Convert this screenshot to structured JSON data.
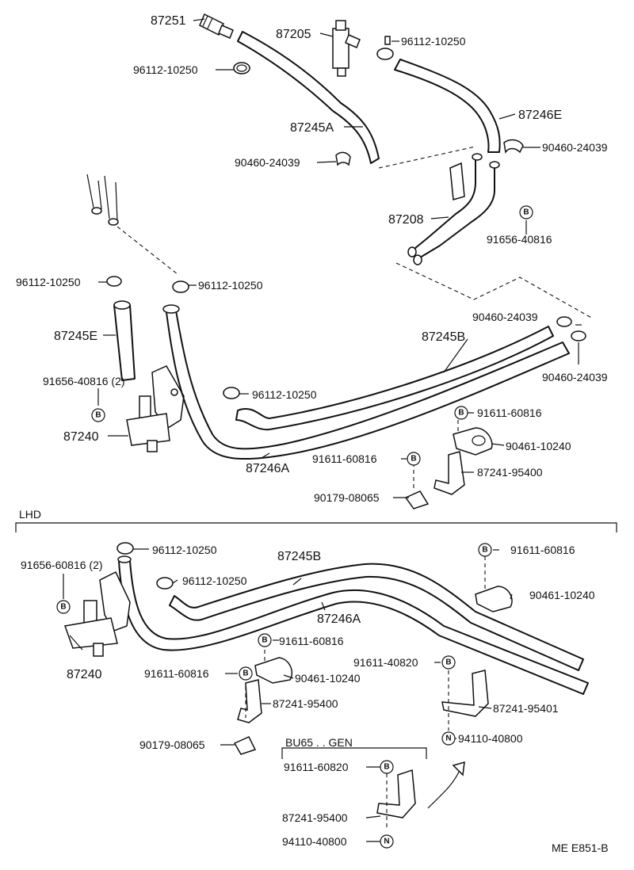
{
  "labels": [
    {
      "id": "p87251",
      "text": "87251"
    },
    {
      "id": "p87205",
      "text": "87205"
    },
    {
      "id": "p96112a",
      "text": "96112-10250"
    },
    {
      "id": "p96112b",
      "text": "96112-10250"
    },
    {
      "id": "p87245a",
      "text": "87245A"
    },
    {
      "id": "p87246e",
      "text": "87246E"
    },
    {
      "id": "p90460a",
      "text": "90460-24039"
    },
    {
      "id": "p90460b",
      "text": "90460-24039"
    },
    {
      "id": "p87208",
      "text": "87208"
    },
    {
      "id": "p91656a",
      "text": "91656-40816"
    },
    {
      "id": "p96112c",
      "text": "96112-10250"
    },
    {
      "id": "p96112d",
      "text": "96112-10250"
    },
    {
      "id": "p90460c",
      "text": "90460-24039"
    },
    {
      "id": "p87245e",
      "text": "87245E"
    },
    {
      "id": "p87245b",
      "text": "87245B"
    },
    {
      "id": "p90460d",
      "text": "90460-24039"
    },
    {
      "id": "p91656b",
      "text": "91656-40816 (2)"
    },
    {
      "id": "p96112e",
      "text": "96112-10250"
    },
    {
      "id": "p91611a",
      "text": "91611-60816"
    },
    {
      "id": "p87240a",
      "text": "87240"
    },
    {
      "id": "p90461a",
      "text": "90461-10240"
    },
    {
      "id": "p91611b",
      "text": "91611-60816"
    },
    {
      "id": "p87246a",
      "text": "87246A"
    },
    {
      "id": "p87241a",
      "text": "87241-95400"
    },
    {
      "id": "p90179a",
      "text": "90179-08065"
    },
    {
      "id": "lhd",
      "text": "LHD"
    },
    {
      "id": "p96112f",
      "text": "96112-10250"
    },
    {
      "id": "p87245b2",
      "text": "87245B"
    },
    {
      "id": "p91611c",
      "text": "91611-60816"
    },
    {
      "id": "p91656c",
      "text": "91656-60816 (2)"
    },
    {
      "id": "p96112g",
      "text": "96112-10250"
    },
    {
      "id": "p90461b",
      "text": "90461-10240"
    },
    {
      "id": "p87246a2",
      "text": "87246A"
    },
    {
      "id": "p91611d",
      "text": "91611-60816"
    },
    {
      "id": "p87240b",
      "text": "87240"
    },
    {
      "id": "p91611e",
      "text": "91611-40820"
    },
    {
      "id": "p91611f",
      "text": "91611-60816"
    },
    {
      "id": "p90461c",
      "text": "90461-10240"
    },
    {
      "id": "p87241b",
      "text": "87241-95400"
    },
    {
      "id": "p87241c",
      "text": "87241-95401"
    },
    {
      "id": "p90179b",
      "text": "90179-08065"
    },
    {
      "id": "p94110a",
      "text": "94110-40800"
    },
    {
      "id": "bu65",
      "text": "BU65 . . GEN"
    },
    {
      "id": "p91611g",
      "text": "91611-60820"
    },
    {
      "id": "p87241d",
      "text": "87241-95400"
    },
    {
      "id": "p94110b",
      "text": "94110-40800"
    },
    {
      "id": "ref",
      "text": "ME E851-B"
    }
  ],
  "badges": {
    "b": "B",
    "n": "N"
  }
}
